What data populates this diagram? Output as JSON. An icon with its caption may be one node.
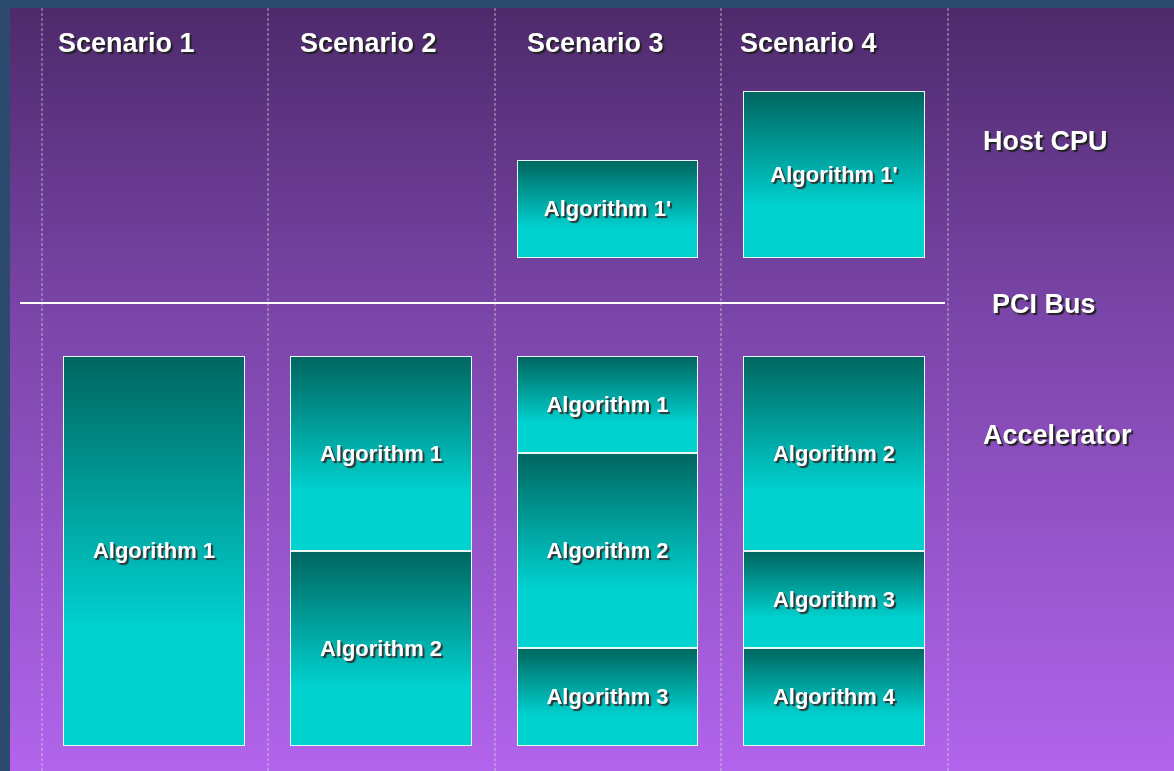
{
  "diagram": {
    "nodes": [
      {
        "text": [
          "Algorithm 1'"
        ]
      },
      {
        "text": [
          "Algorithm 1'"
        ]
      },
      {
        "text": [
          "Algorithm 1"
        ]
      },
      {
        "text": [
          "Algorithm 1"
        ]
      },
      {
        "text": [
          "Algorithm 2"
        ]
      },
      {
        "text": [
          "Algorithm 1"
        ]
      },
      {
        "text": [
          "Algorithm 2"
        ]
      },
      {
        "text": [
          "Algorithm 3"
        ]
      },
      {
        "text": [
          "Algorithm 2"
        ]
      },
      {
        "text": [
          "Algorithm 3"
        ]
      },
      {
        "text": [
          "Algorithm 4"
        ]
      }
    ],
    "labels": [
      "Scenario 1",
      "Scenario 2",
      "Scenario 3",
      "Scenario 4",
      "Host CPU",
      "PCI Bus",
      "Accelerator"
    ]
  }
}
